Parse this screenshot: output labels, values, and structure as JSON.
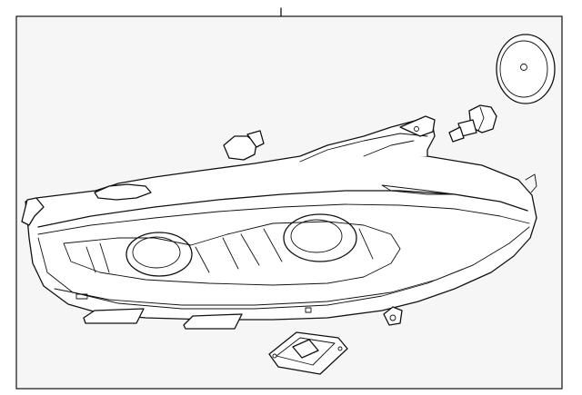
{
  "diagram": {
    "frame": {
      "background": "#f6f6f6",
      "border": "#111111"
    },
    "line_color": "#111111",
    "parts": [
      {
        "name": "headlamp-assembly"
      },
      {
        "name": "dust-cap"
      },
      {
        "name": "low-beam-bulb"
      },
      {
        "name": "turn-signal-bulb"
      },
      {
        "name": "control-module"
      }
    ]
  }
}
